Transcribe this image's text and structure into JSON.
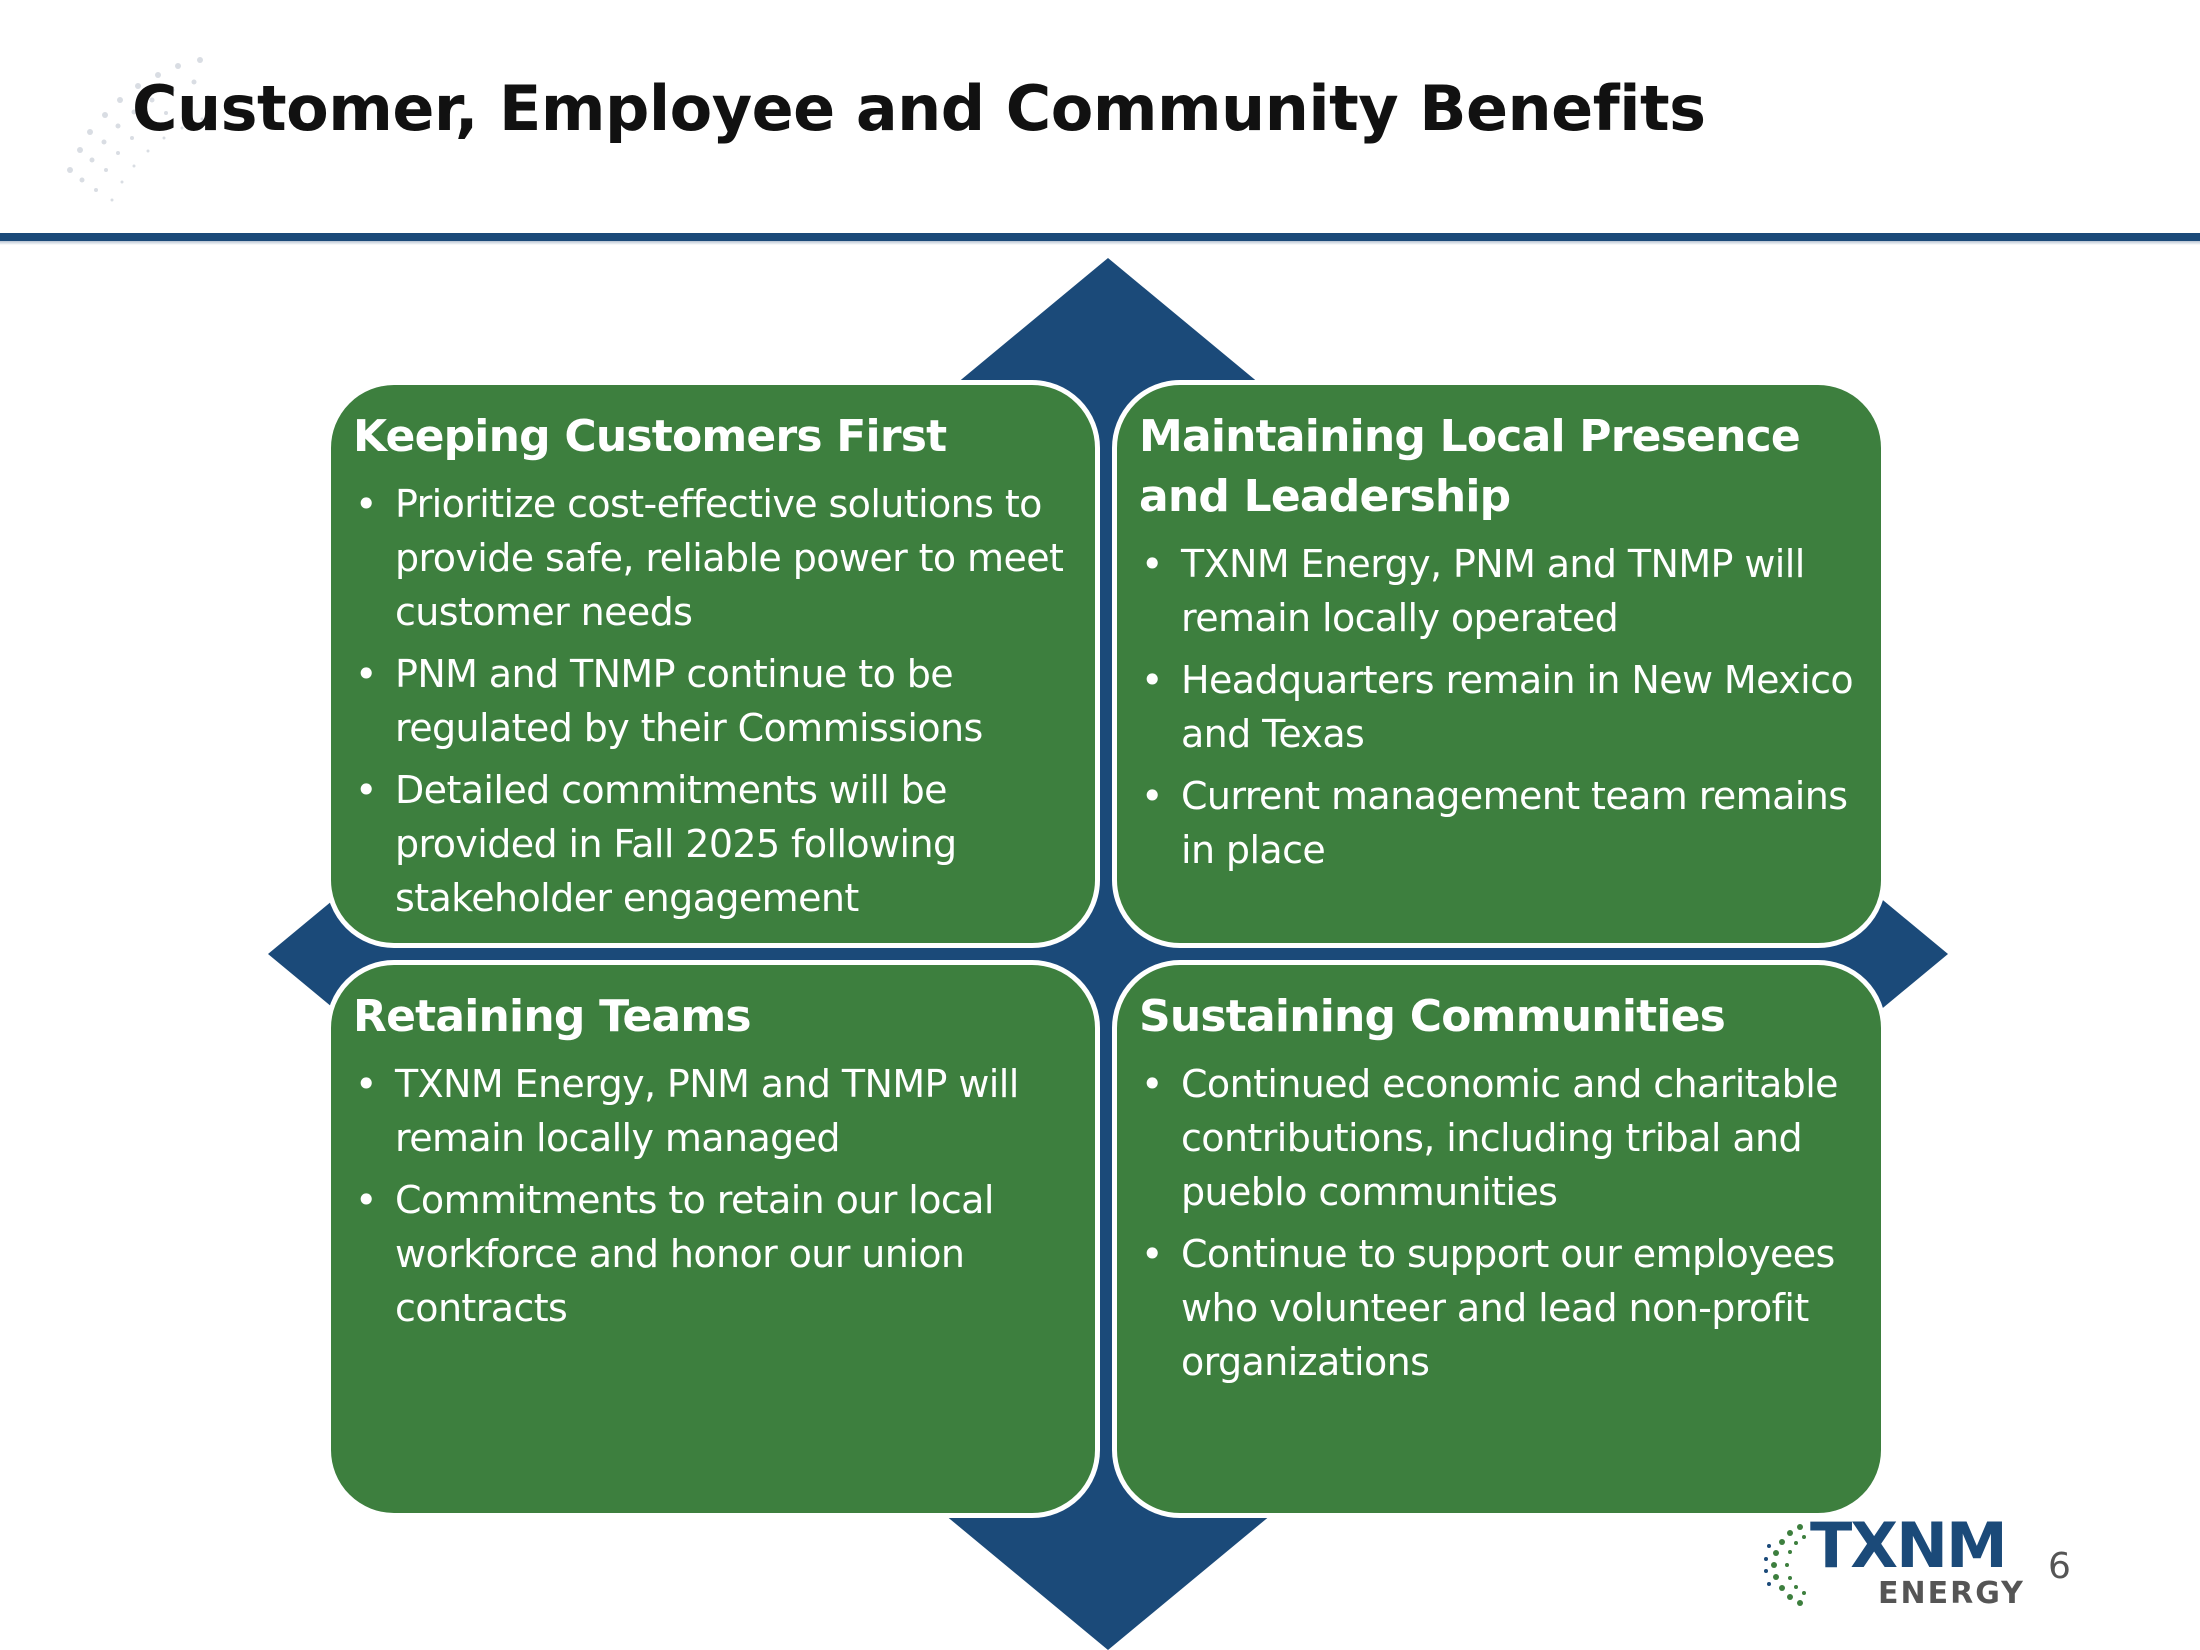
{
  "slide": {
    "title": "Customer, Employee and Community Benefits",
    "page_number": "6",
    "colors": {
      "primary_blue": "#1b4a79",
      "quadrant_green": "#3d7f3e"
    }
  },
  "quadrants": [
    {
      "heading": "Keeping Customers First",
      "bullets": [
        "Prioritize cost-effective solutions to provide safe, reliable power to meet customer needs",
        "PNM and TNMP continue to be regulated by their Commissions",
        "Detailed commitments will be provided in Fall 2025 following stakeholder engagement"
      ]
    },
    {
      "heading": "Maintaining Local Presence and Leadership",
      "bullets": [
        "TXNM Energy, PNM and TNMP will remain locally operated",
        "Headquarters remain in New Mexico and Texas",
        "Current management team remains in place"
      ]
    },
    {
      "heading": "Retaining Teams",
      "bullets": [
        "TXNM Energy, PNM and TNMP will remain locally managed",
        "Commitments to retain our local workforce and honor our union contracts"
      ]
    },
    {
      "heading": "Sustaining Communities",
      "bullets": [
        "Continued economic and charitable contributions, including tribal and pueblo communities",
        "Continue to support our employees who volunteer and lead non-profit organizations"
      ]
    }
  ],
  "logo": {
    "name": "TXNM",
    "sub": "ENERGY"
  }
}
